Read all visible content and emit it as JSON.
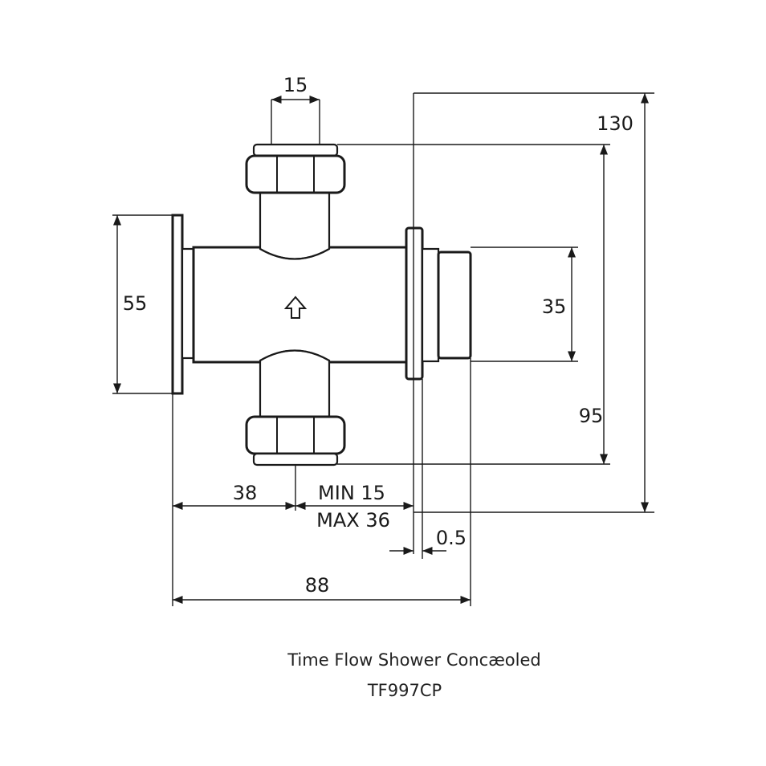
{
  "dimensions": {
    "top_width": "15",
    "overall_height": "130",
    "flange_height": "55",
    "thread_height": "35",
    "inlet_outlet_height": "95",
    "offset": "38",
    "wall_min": "MIN 15",
    "wall_max": "MAX 36",
    "gap": "0.5",
    "overall_width": "88"
  },
  "caption": {
    "title": "Time Flow Shower Concæoled",
    "model": "TF997CP"
  },
  "icons": {
    "flow_arrow": "up-arrow-icon"
  }
}
